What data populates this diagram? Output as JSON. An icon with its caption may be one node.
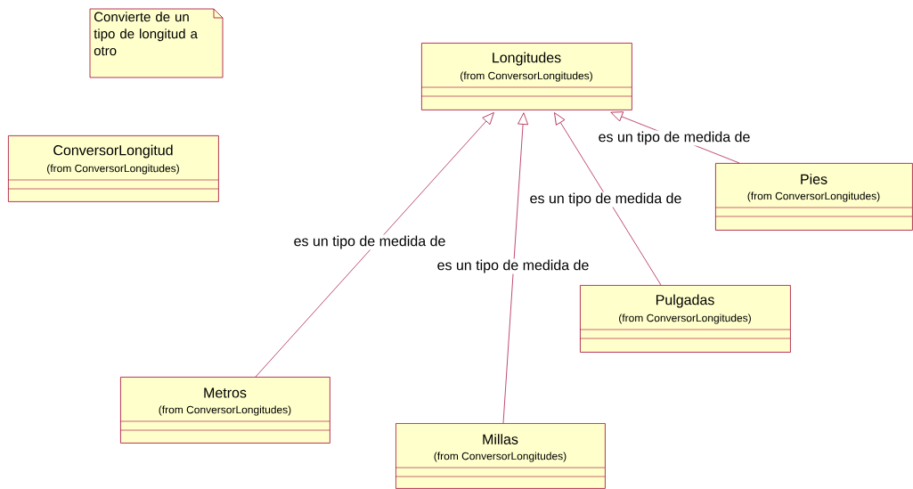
{
  "diagram": {
    "nodes": [
      {
        "text": [
          "Convierte de un tipo de longitud a otro"
        ]
      },
      {
        "text": [
          "ConversorLongitud",
          "(from ConversorLongitudes)"
        ]
      },
      {
        "text": [
          "Longitudes",
          "(from ConversorLongitudes)"
        ]
      },
      {
        "text": [
          "Pies",
          "(from ConversorLongitudes)"
        ]
      },
      {
        "text": [
          "Pulgadas",
          "(from ConversorLongitudes)"
        ]
      },
      {
        "text": [
          "Metros",
          "(from ConversorLongitudes)"
        ]
      },
      {
        "text": [
          "Millas",
          "(from ConversorLongitudes)"
        ]
      }
    ],
    "edges": [
      {
        "from": 3,
        "to": 2,
        "arrow": "to",
        "label": "es un tipo de medida de"
      },
      {
        "from": 4,
        "to": 2,
        "arrow": "to",
        "label": "es un tipo de medida de"
      },
      {
        "from": 5,
        "to": 2,
        "arrow": "to",
        "label": "es un tipo de medida de"
      },
      {
        "from": 6,
        "to": 2,
        "arrow": "to",
        "label": "es un tipo de medida de"
      }
    ]
  }
}
